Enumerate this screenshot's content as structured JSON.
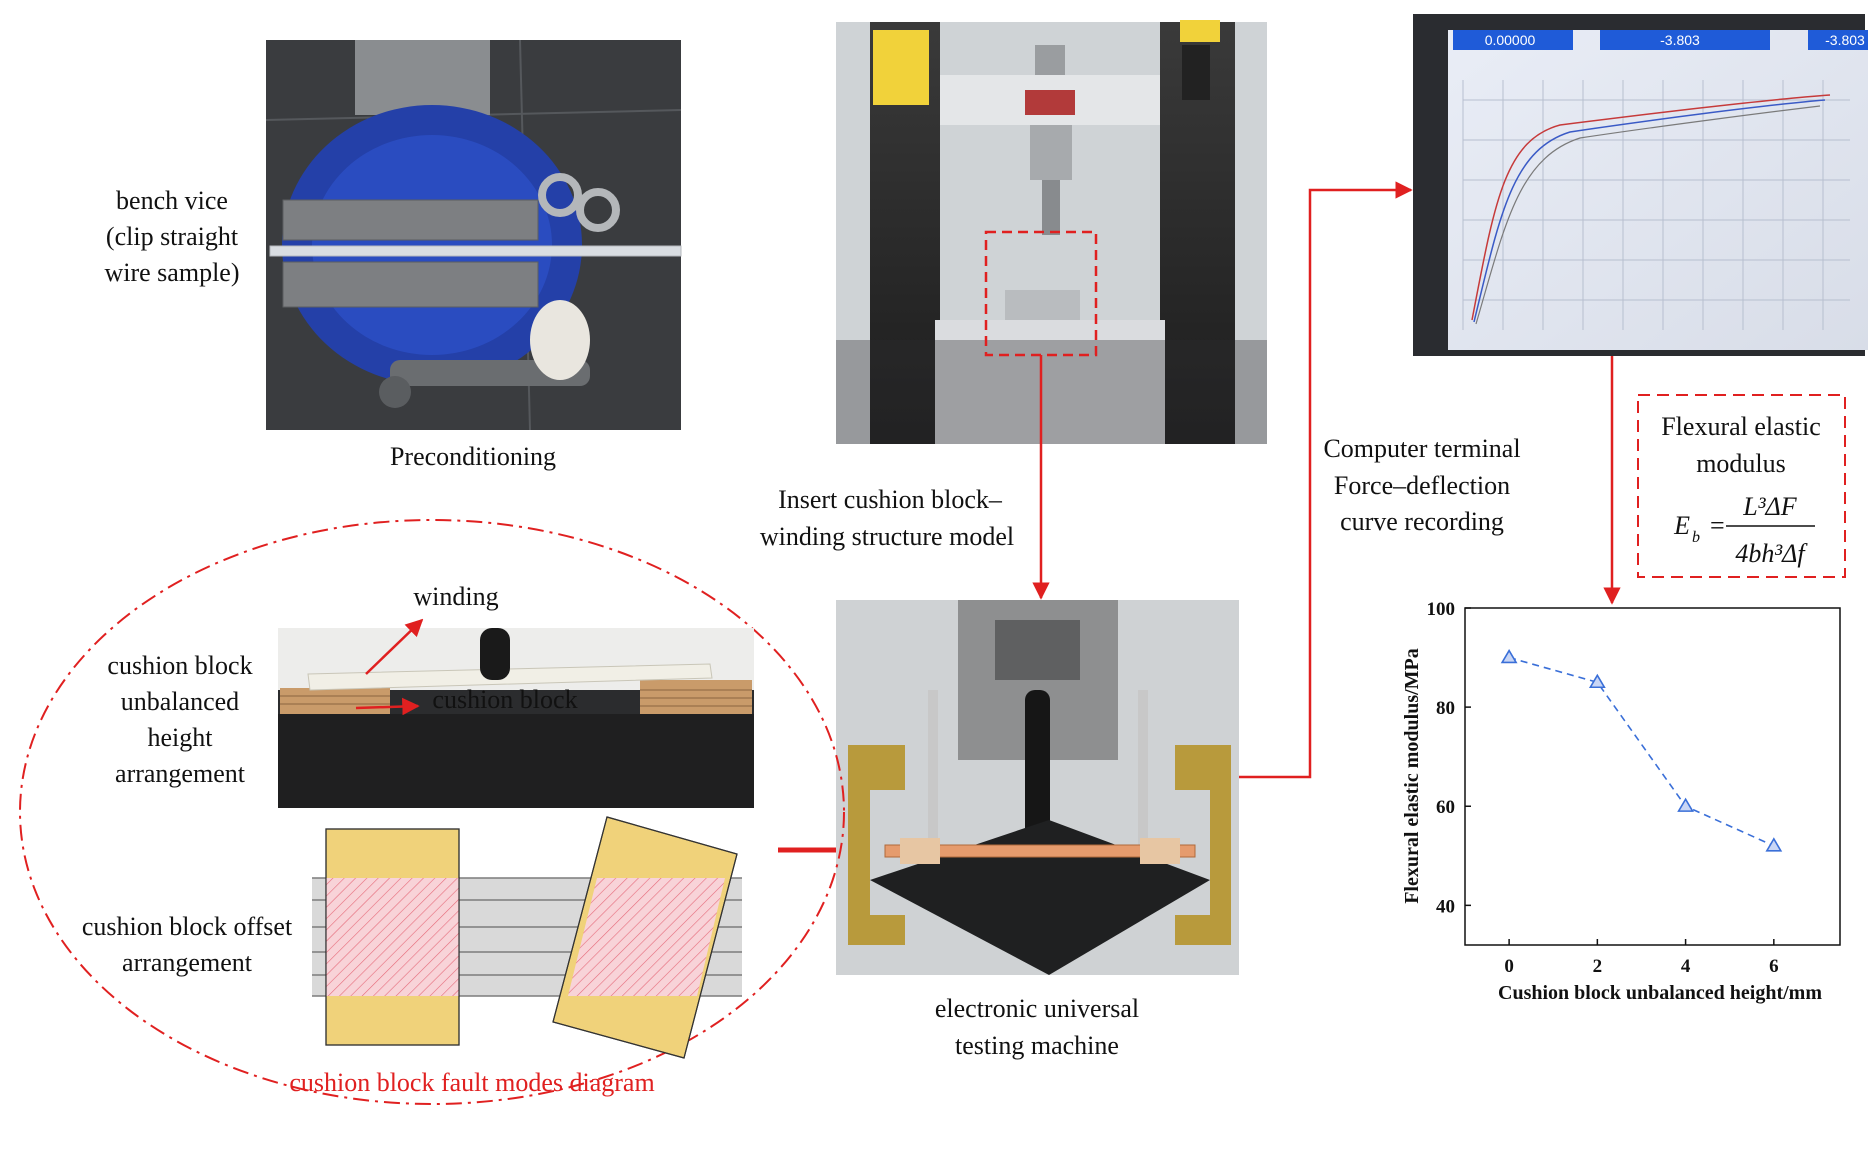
{
  "panels": {
    "preconditioning": {
      "side_label_lines": [
        "bench vice",
        "(clip straight",
        "wire sample)"
      ],
      "caption": "Preconditioning"
    },
    "testing_machine_top": {
      "arrow_label_lines": [
        "Insert cushion block–",
        "winding structure model"
      ]
    },
    "testing_machine_bottom": {
      "caption_lines": [
        "electronic universal",
        "testing machine"
      ]
    },
    "computer": {
      "label_lines": [
        "Computer terminal",
        "Force–deflection",
        "curve recording"
      ],
      "screen_values": [
        "0.00000",
        "-3.803",
        "-3.803"
      ]
    },
    "formula": {
      "title_lines": [
        "Flexural elastic",
        "modulus"
      ],
      "lhs": "E",
      "lhs_sub": "b",
      "numerator": "L³ΔF",
      "denominator": "4bh³Δf"
    },
    "fault_modes": {
      "winding_label": "winding",
      "cushion_block_label": "cushion block",
      "unbalanced_lines": [
        "cushion block",
        "unbalanced",
        "height",
        "arrangement"
      ],
      "offset_lines": [
        "cushion block offset",
        "arrangement"
      ],
      "diagram_caption": "cushion block fault modes diagram"
    }
  },
  "colors": {
    "accent_red": "#e02020",
    "series_blue": "#3a6fd8",
    "block_yellow": "#f0d27a",
    "hatch_pink": "#f6c8cf"
  },
  "chart_data": {
    "type": "line",
    "x": [
      0,
      2,
      4,
      6
    ],
    "series": [
      {
        "values": [
          90,
          85,
          60,
          52
        ]
      }
    ],
    "xlabel": "Cushion block unbalanced height/mm",
    "ylabel": "Flexural elastic modulus/MPa",
    "xticks": [
      0,
      2,
      4,
      6
    ],
    "yticks": [
      40,
      60,
      80,
      100
    ],
    "xlim": [
      -1,
      7.5
    ],
    "ylim": [
      32,
      100
    ],
    "marker": "triangle",
    "line_style": "dashed",
    "grid": false
  }
}
